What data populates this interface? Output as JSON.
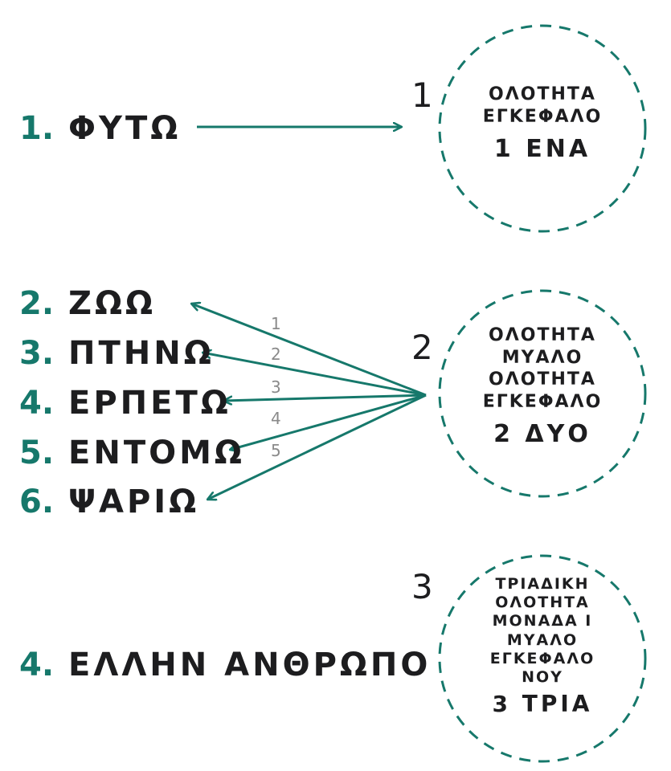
{
  "items": [
    {
      "num": "1.",
      "word": "ΦΥΤΩ"
    },
    {
      "num": "2.",
      "word": "ΖΩΩ"
    },
    {
      "num": "3.",
      "word": "ΠΤΗΝΩ"
    },
    {
      "num": "4.",
      "word": "ΕΡΠΕΤΩ"
    },
    {
      "num": "5.",
      "word": "ΕΝΤΟΜΩ"
    },
    {
      "num": "6.",
      "word": "ΨΑΡΙΩ"
    },
    {
      "num": "4.",
      "word": "ΕΛΛΗΝ ΑΝΘΡΩΠΟ"
    }
  ],
  "circles": [
    {
      "label": "1",
      "lines": [
        "ΟΛΟΤΗΤΑ",
        "ΕΓΚΕΦΑΛΟ"
      ],
      "big": "1 ΕΝΑ"
    },
    {
      "label": "2",
      "lines": [
        "ΟΛΟΤΗΤΑ",
        "ΜΥΑΛΟ",
        "ΟΛΟΤΗΤΑ",
        "ΕΓΚΕΦΑΛΟ"
      ],
      "big": "2 ΔΥΟ"
    },
    {
      "label": "3",
      "lines": [
        "ΤΡΙΑΔΙΚΗ",
        "ΟΛΟΤΗΤΑ",
        "ΜΟΝΑΔΑ Ι",
        "ΜΥΑΛΟ",
        "ΕΓΚΕΦΑΛΟ",
        "ΝΟΥ"
      ],
      "big": "3 ΤΡΙΑ"
    }
  ],
  "arrow_numbers": [
    "1",
    "2",
    "3",
    "4",
    "5"
  ],
  "colors": {
    "accent": "#16786b",
    "text": "#1d1d1f",
    "muted": "#8a8a8a"
  }
}
